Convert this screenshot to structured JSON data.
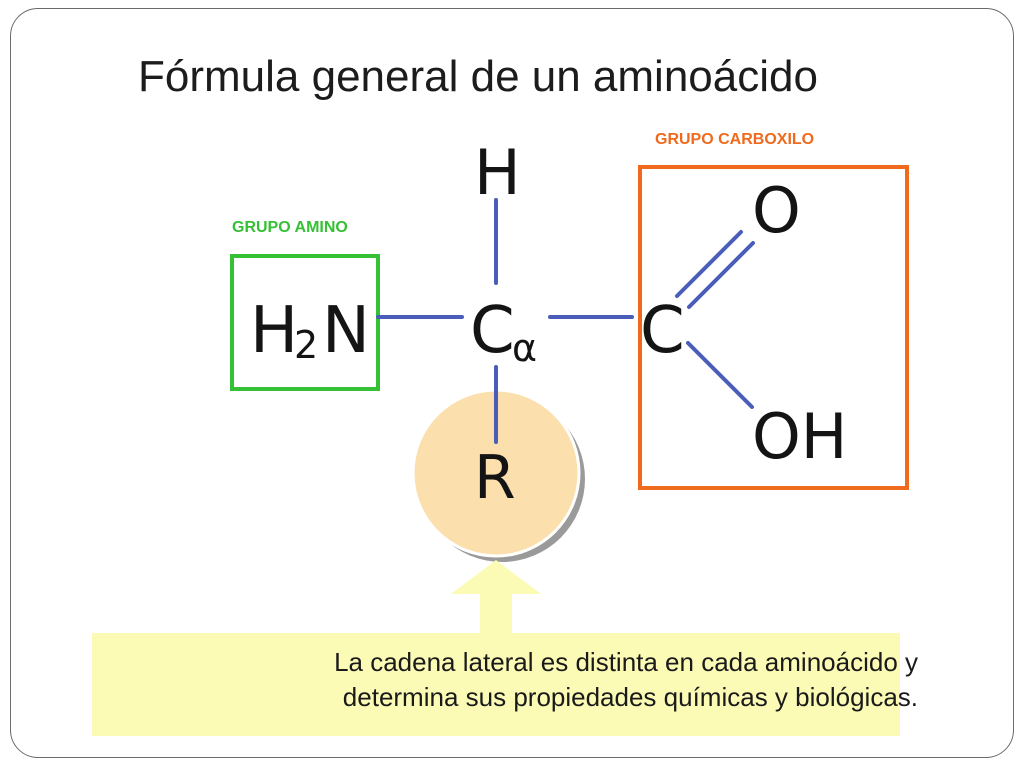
{
  "slide": {
    "title": "Fórmula general de un aminoácido",
    "labels": {
      "amino_group": "GRUPO AMINO",
      "carboxyl_group": "GRUPO CARBOXILO"
    },
    "molecule": {
      "amine_H": "H",
      "amine_subscript": "2",
      "amine_N": "N",
      "alpha_C": "C",
      "alpha_symbol": "α",
      "top_H": "H",
      "carboxyl_C": "C",
      "carboxyl_O": "O",
      "carboxyl_OH": "OH",
      "side_chain_R": "R"
    },
    "note": {
      "line1": "La cadena lateral es distinta en cada aminoácido y",
      "line2": "determina sus propiedades químicas y biológicas."
    },
    "colors": {
      "amino_box": "#35c035",
      "carboxyl_box": "#ef6a1c",
      "bond": "#4a5db8",
      "side_chain_fill": "#fbe0ad",
      "note_fill": "#fbfbb6"
    }
  }
}
